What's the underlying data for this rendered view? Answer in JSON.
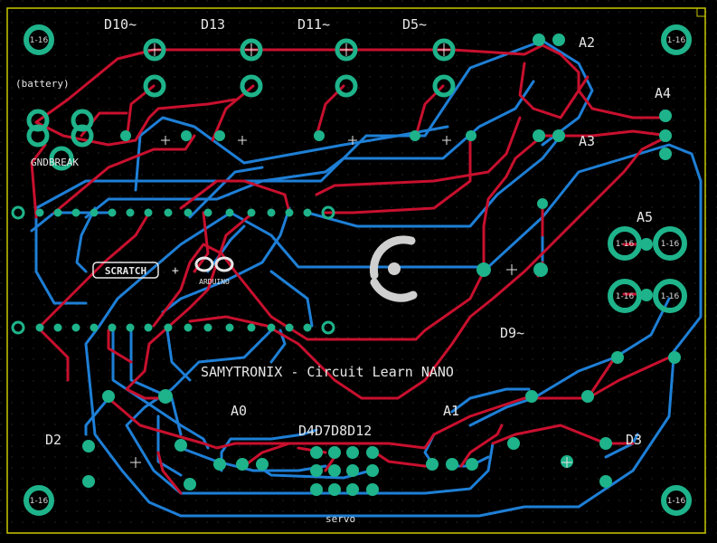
{
  "board": {
    "title": "SAMYTRONIX - Circuit Learn NANO",
    "connector_labels": [
      "D10~",
      "D13",
      "D11~",
      "D5~",
      "A2",
      "A4",
      "A3",
      "A5",
      "D9~",
      "A0",
      "A1",
      "D2",
      "D3"
    ],
    "header_label": "D4D7D8D12",
    "servo_label": "servo",
    "battery_label": "(battery)",
    "gndbreak_label": "GNDBREAK",
    "mount_hole_label": "1-16",
    "logos": {
      "scratch": "SCRATCH",
      "arduino": "ARDUINO",
      "plus": "+"
    },
    "colors": {
      "background": "#000000",
      "front_copper": "#c8102e",
      "back_copper": "#1e7fd6",
      "pad": "#1eb38a",
      "silkscreen": "#e6e6e6",
      "edge": "#c8c800"
    }
  }
}
